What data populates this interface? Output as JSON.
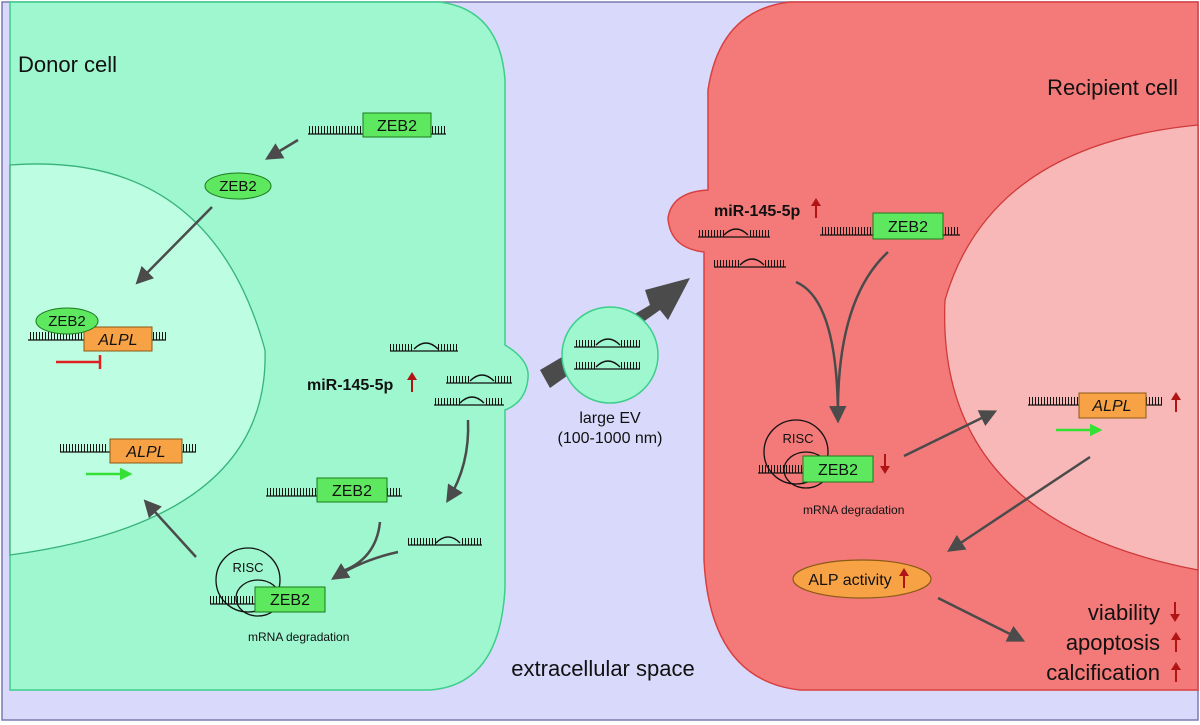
{
  "colors": {
    "background": "#d9d9fb",
    "donor_cell": "#9ef7cf",
    "donor_nucleus": "#bdfde2",
    "recipient_cell": "#f47a7a",
    "recipient_nucleus": "#f8b8b8",
    "gene_box_green": "#5ee860",
    "gene_box_orange": "#f7a345",
    "up_arrow": "#b01414",
    "inhibition": "#e02020",
    "activation": "#33e033",
    "arrow_gray": "#4b4b4b"
  },
  "icons": [
    "up-arrow-icon",
    "down-arrow-icon",
    "inhibition-icon",
    "activation-arrow-icon"
  ],
  "labels": {
    "donor_cell": "Donor cell",
    "recipient_cell": "Recipient cell",
    "extracellular_space": "extracellular space",
    "large_ev": "large EV",
    "ev_size": "(100-1000 nm)"
  },
  "donor": {
    "zeb2_mrna": "ZEB2",
    "zeb2_protein": "ZEB2",
    "zeb2_bound": "ZEB2",
    "alpl_repressed": "ALPL",
    "alpl_active": "ALPL",
    "mirna_label": "miR-145-5p",
    "zeb2_mrna_2": "ZEB2",
    "risc": "RISC",
    "risc_zeb2": "ZEB2",
    "mrna_degradation": "mRNA degradation"
  },
  "recipient": {
    "mirna_label": "miR-145-5p",
    "zeb2_mrna": "ZEB2",
    "risc": "RISC",
    "risc_zeb2": "ZEB2",
    "mrna_degradation": "mRNA degradation",
    "alpl": "ALPL",
    "alp_activity": "ALP activity",
    "outcomes": [
      "viability",
      "apoptosis",
      "calcification"
    ]
  }
}
